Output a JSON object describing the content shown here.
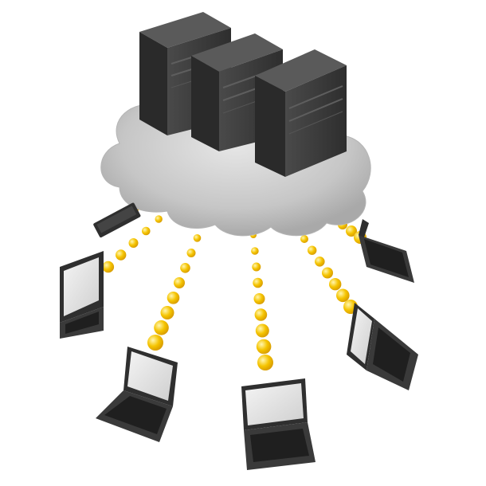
{
  "scene": {
    "background_color": "#ffffff",
    "cloud_color": "#c9c9c9",
    "server_color": "#3a3a3a",
    "connection_dot_color": "#f5c400",
    "laptop_body_color": "#2f2f2f",
    "laptop_screen_color": "#e8e8e8",
    "server_count": 3,
    "laptop_count": 7,
    "connection_line_count": 7
  }
}
